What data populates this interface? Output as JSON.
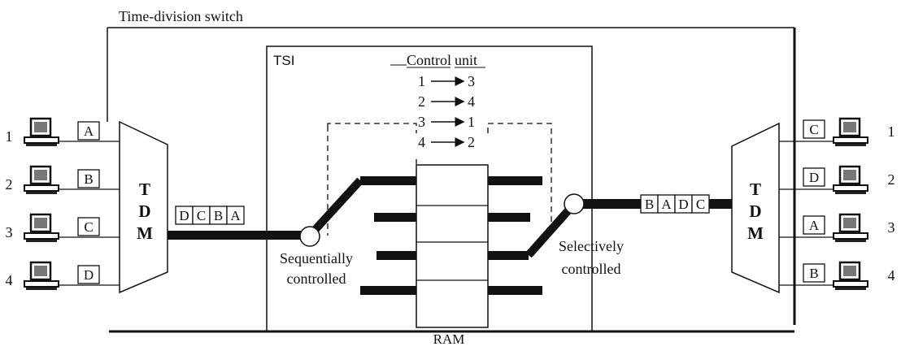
{
  "title": "Time-division switch",
  "tsi_label": "TSI",
  "control_unit": {
    "title_part1": "Control",
    "title_part2": "unit",
    "mappings": [
      {
        "from": "1",
        "to": "3"
      },
      {
        "from": "2",
        "to": "4"
      },
      {
        "from": "3",
        "to": "1"
      },
      {
        "from": "4",
        "to": "2"
      }
    ]
  },
  "left_tdm": {
    "letters": [
      "T",
      "D",
      "M"
    ]
  },
  "right_tdm": {
    "letters": [
      "T",
      "D",
      "M"
    ]
  },
  "left_stations": [
    {
      "number": "1",
      "packet": "A"
    },
    {
      "number": "2",
      "packet": "B"
    },
    {
      "number": "3",
      "packet": "C"
    },
    {
      "number": "4",
      "packet": "D"
    }
  ],
  "right_stations": [
    {
      "number": "1",
      "packet": "C"
    },
    {
      "number": "2",
      "packet": "D"
    },
    {
      "number": "3",
      "packet": "A"
    },
    {
      "number": "4",
      "packet": "B"
    }
  ],
  "input_stream": [
    "D",
    "C",
    "B",
    "A"
  ],
  "output_stream": [
    "B",
    "A",
    "D",
    "C"
  ],
  "sequential_label": [
    "Sequentially",
    "controlled"
  ],
  "selective_label": [
    "Selectively",
    "controlled"
  ],
  "ram_label": "RAM"
}
